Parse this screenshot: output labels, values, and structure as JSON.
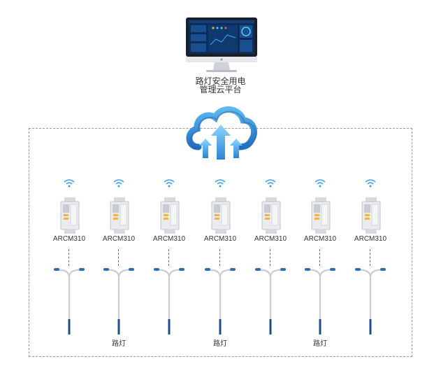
{
  "platform": {
    "title_line1": "路灯安全用电",
    "title_line2": "管理云平台"
  },
  "devices": [
    {
      "model": "ARCM310"
    },
    {
      "model": "ARCM310"
    },
    {
      "model": "ARCM310"
    },
    {
      "model": "ARCM310"
    },
    {
      "model": "ARCM310"
    },
    {
      "model": "ARCM310"
    },
    {
      "model": "ARCM310"
    }
  ],
  "lamp_labels": [
    "路灯",
    "路灯",
    "路灯"
  ],
  "colors": {
    "cloud_blue": "#2e8fd8",
    "frame": "#9a9a9a",
    "pole_gray": "#c9ccd1",
    "pole_base": "#1e4d8c"
  }
}
